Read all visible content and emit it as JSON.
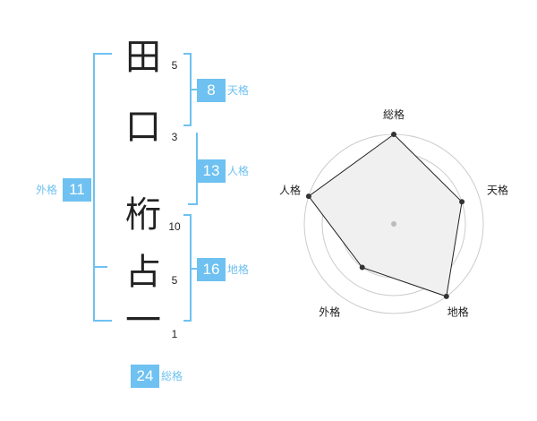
{
  "name_chars": [
    {
      "char": "田",
      "strokes": "5"
    },
    {
      "char": "口",
      "strokes": "3"
    },
    {
      "char": "桁",
      "strokes": "10"
    },
    {
      "char": "占",
      "strokes": "5"
    },
    {
      "char": "一",
      "strokes": "1"
    }
  ],
  "fortunes": {
    "tenkaku": {
      "value": "8",
      "label": "天格"
    },
    "jinkaku": {
      "value": "13",
      "label": "人格"
    },
    "chikaku": {
      "value": "16",
      "label": "地格"
    },
    "gaikaku": {
      "value": "11",
      "label": "外格"
    },
    "soukaku": {
      "value": "24",
      "label": "総格"
    }
  },
  "colors": {
    "accent": "#6ec1f0",
    "text": "#222222",
    "radar_fill": "#f0f0f0",
    "grid": "#cccccc"
  },
  "chart_data": {
    "type": "radar",
    "axes": [
      "総格",
      "天格",
      "地格",
      "外格",
      "人格"
    ],
    "values": [
      5,
      4,
      5,
      3,
      5
    ],
    "rmax": 5,
    "grid_levels": 5
  }
}
